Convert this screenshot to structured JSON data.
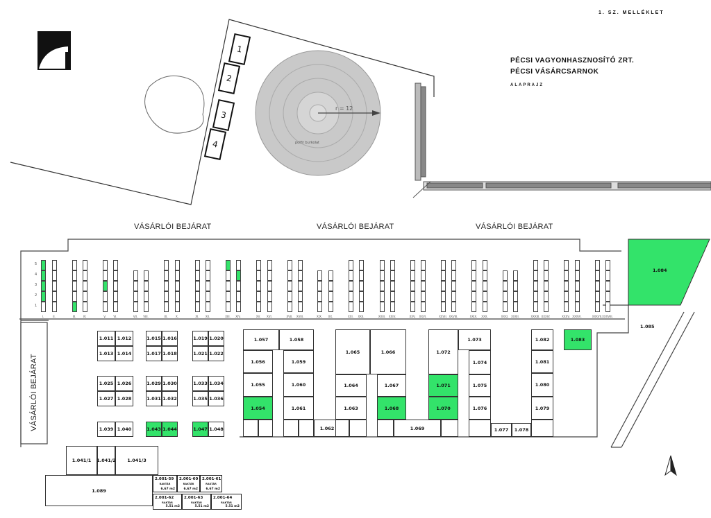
{
  "header": {
    "annex": "1. SZ. MELLÉKLET",
    "company": "PÉCSI VAGYONHASZNOSÍTÓ ZRT.",
    "building": "PÉCSI VÁSÁRCSARNOK",
    "subtitle": "ALAPRAJZ"
  },
  "site": {
    "parking": [
      "1",
      "2",
      "3",
      "4"
    ],
    "radius_label": "r = 12",
    "circle_label": "polfir burkolat"
  },
  "entrances": {
    "top": [
      "VÁSÁRLÓI BEJÁRAT",
      "VÁSÁRLÓI BEJÁRAT",
      "VÁSÁRLÓI BEJÁRAT"
    ],
    "left": "VÁSÁRLÓI BEJÁRAT"
  },
  "row_numbers": [
    "5",
    "4",
    "3",
    "2",
    "1"
  ],
  "stall_columns": [
    {
      "label": "I.",
      "short": false,
      "green": [
        2,
        3,
        4,
        5
      ]
    },
    {
      "label": "II.",
      "short": false,
      "green": []
    },
    {
      "label": "III.",
      "short": false,
      "green": [
        1
      ]
    },
    {
      "label": "IV.",
      "short": false,
      "green": []
    },
    {
      "label": "V.",
      "short": false,
      "green": [
        3
      ]
    },
    {
      "label": "VI.",
      "short": false,
      "green": []
    },
    {
      "label": "VII.",
      "short": true,
      "green": []
    },
    {
      "label": "VIII.",
      "short": true,
      "green": []
    },
    {
      "label": "IX.",
      "short": false,
      "green": []
    },
    {
      "label": "X.",
      "short": false,
      "green": []
    },
    {
      "label": "XI.",
      "short": false,
      "green": []
    },
    {
      "label": "XII.",
      "short": false,
      "green": []
    },
    {
      "label": "XIII.",
      "short": false,
      "green": [
        5
      ]
    },
    {
      "label": "XIV.",
      "short": false,
      "green": [
        4
      ]
    },
    {
      "label": "XV.",
      "short": false,
      "green": []
    },
    {
      "label": "XVI.",
      "short": false,
      "green": []
    },
    {
      "label": "XVII.",
      "short": false,
      "green": []
    },
    {
      "label": "XVIII.",
      "short": false,
      "green": []
    },
    {
      "label": "XIX.",
      "short": true,
      "green": []
    },
    {
      "label": "XX.",
      "short": true,
      "green": []
    },
    {
      "label": "XXI.",
      "short": false,
      "green": []
    },
    {
      "label": "XXII.",
      "short": false,
      "green": []
    },
    {
      "label": "XXIII.",
      "short": false,
      "green": []
    },
    {
      "label": "XXIV.",
      "short": false,
      "green": []
    },
    {
      "label": "XXV.",
      "short": false,
      "green": []
    },
    {
      "label": "XXVI.",
      "short": false,
      "green": []
    },
    {
      "label": "XXVII.",
      "short": false,
      "green": []
    },
    {
      "label": "XXVIII.",
      "short": false,
      "green": []
    },
    {
      "label": "XXIX.",
      "short": false,
      "green": []
    },
    {
      "label": "XXX.",
      "short": false,
      "green": []
    },
    {
      "label": "XXXI.",
      "short": true,
      "green": []
    },
    {
      "label": "XXXII.",
      "short": true,
      "green": []
    },
    {
      "label": "XXXIII.",
      "short": false,
      "green": []
    },
    {
      "label": "XXXIV.",
      "short": false,
      "green": []
    },
    {
      "label": "XXXV.",
      "short": false,
      "green": []
    },
    {
      "label": "XXXVI.",
      "short": false,
      "green": []
    },
    {
      "label": "XXXVII.",
      "short": false,
      "green": []
    },
    {
      "label": "XXXVIII.",
      "short": false,
      "green": []
    }
  ],
  "rooms": [
    {
      "id": "1.011",
      "green": false
    },
    {
      "id": "1.012",
      "green": false
    },
    {
      "id": "1.013",
      "green": false
    },
    {
      "id": "1.014",
      "green": false
    },
    {
      "id": "1.015",
      "green": false
    },
    {
      "id": "1.016",
      "green": false
    },
    {
      "id": "1.017",
      "green": false
    },
    {
      "id": "1.018",
      "green": false
    },
    {
      "id": "1.019",
      "green": false
    },
    {
      "id": "1.020",
      "green": false
    },
    {
      "id": "1.021",
      "green": false
    },
    {
      "id": "1.022",
      "green": false
    },
    {
      "id": "1.025",
      "green": false
    },
    {
      "id": "1.026",
      "green": false
    },
    {
      "id": "1.027",
      "green": false
    },
    {
      "id": "1.028",
      "green": false
    },
    {
      "id": "1.029",
      "green": false
    },
    {
      "id": "1.030",
      "green": false
    },
    {
      "id": "1.031",
      "green": false
    },
    {
      "id": "1.032",
      "green": false
    },
    {
      "id": "1.033",
      "green": false
    },
    {
      "id": "1.034",
      "green": false
    },
    {
      "id": "1.035",
      "green": false
    },
    {
      "id": "1.036",
      "green": false
    },
    {
      "id": "1.039",
      "green": false
    },
    {
      "id": "1.040",
      "green": false
    },
    {
      "id": "1.043",
      "green": true
    },
    {
      "id": "1.044",
      "green": true
    },
    {
      "id": "1.047",
      "green": true
    },
    {
      "id": "1.048",
      "green": false
    },
    {
      "id": "1.057",
      "green": false
    },
    {
      "id": "1.058",
      "green": false
    },
    {
      "id": "1.056",
      "green": false
    },
    {
      "id": "1.059",
      "green": false
    },
    {
      "id": "1.055",
      "green": false
    },
    {
      "id": "1.060",
      "green": false
    },
    {
      "id": "1.054",
      "green": true
    },
    {
      "id": "1.061",
      "green": false
    },
    {
      "id": "1.062",
      "green": false
    },
    {
      "id": "1.065",
      "green": false
    },
    {
      "id": "1.066",
      "green": false
    },
    {
      "id": "1.064",
      "green": false
    },
    {
      "id": "1.067",
      "green": false
    },
    {
      "id": "1.063",
      "green": false
    },
    {
      "id": "1.068",
      "green": true
    },
    {
      "id": "1.069",
      "green": false
    },
    {
      "id": "1.072",
      "green": false
    },
    {
      "id": "1.073",
      "green": false
    },
    {
      "id": "1.074",
      "green": false
    },
    {
      "id": "1.071",
      "green": true
    },
    {
      "id": "1.075",
      "green": false
    },
    {
      "id": "1.070",
      "green": true
    },
    {
      "id": "1.076",
      "green": false
    },
    {
      "id": "1.077",
      "green": false
    },
    {
      "id": "1.078",
      "green": false
    },
    {
      "id": "1.082",
      "green": false
    },
    {
      "id": "1.081",
      "green": false
    },
    {
      "id": "1.080",
      "green": false
    },
    {
      "id": "1.079",
      "green": false
    },
    {
      "id": "1.083",
      "green": true
    },
    {
      "id": "1.041/1",
      "green": false
    },
    {
      "id": "1.041/2",
      "green": false
    },
    {
      "id": "1.041/3",
      "green": false
    },
    {
      "id": "1.089",
      "green": false
    }
  ],
  "big_rooms": {
    "r1084": "1.084",
    "r1085": "1.085"
  },
  "storage": [
    {
      "id": "2.001-59",
      "type": "RAKTÁR",
      "area": "6.67 m2"
    },
    {
      "id": "2.001-60",
      "type": "RAKTÁR",
      "area": "6.67 m2"
    },
    {
      "id": "2.001-61",
      "type": "RAKTÁR",
      "area": "6.67 m2"
    },
    {
      "id": "2.001-62",
      "type": "RAKTÁR",
      "area": "5.51 m2"
    },
    {
      "id": "2.001-63",
      "type": "RAKTÁR",
      "area": "5.51 m2"
    },
    {
      "id": "2.001-64",
      "type": "RAKTÁR",
      "area": "5.51 m2"
    }
  ],
  "colors": {
    "rented": "#33e36a",
    "wall": "#333333"
  }
}
